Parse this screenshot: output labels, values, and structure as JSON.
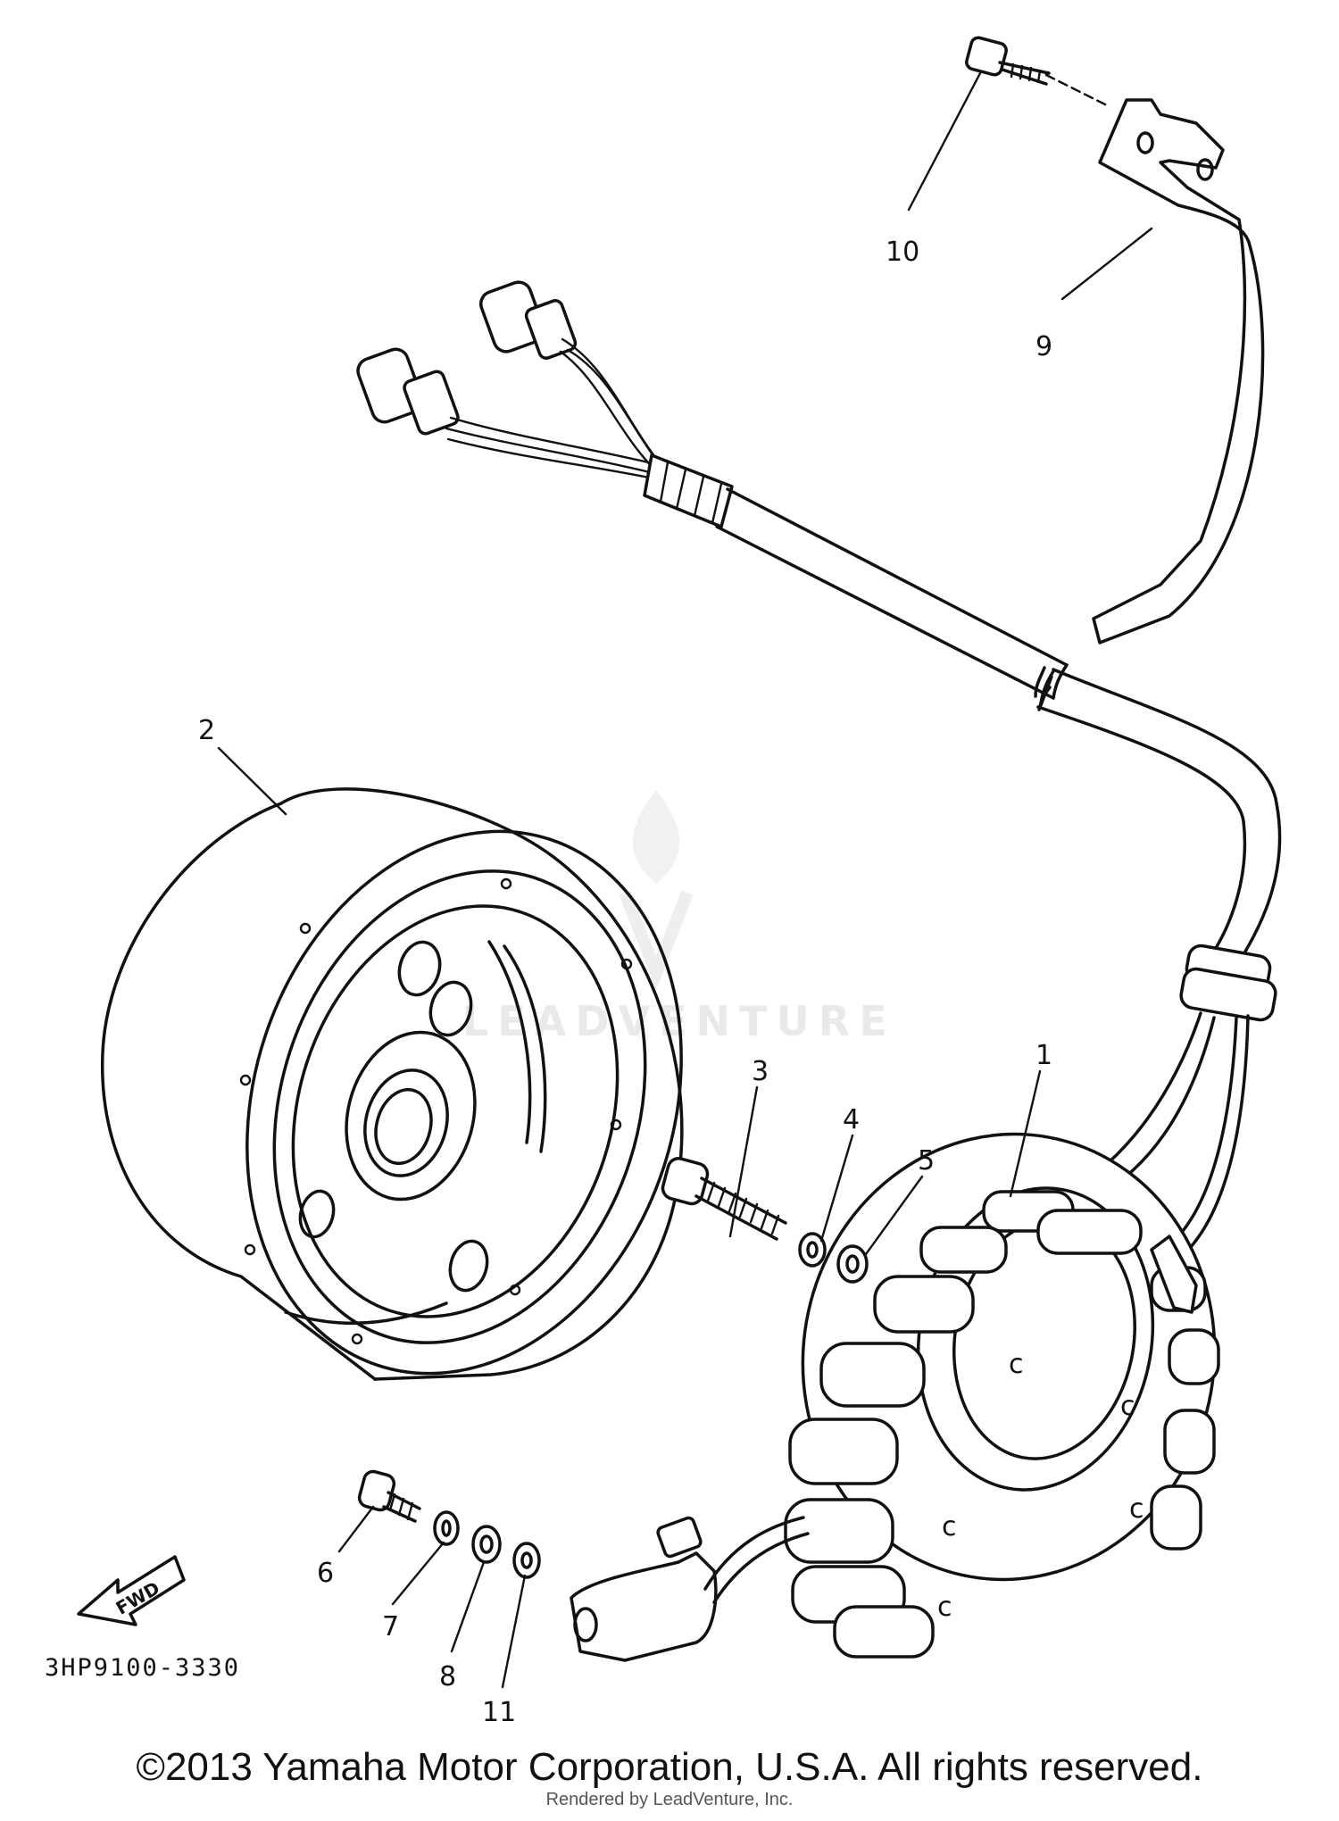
{
  "diagram": {
    "part_code": "3HP9100-3330",
    "fwd_label": "FWD",
    "watermark": "LEADVENTURE",
    "callouts": [
      {
        "id": "1",
        "label": "1"
      },
      {
        "id": "2",
        "label": "2"
      },
      {
        "id": "3",
        "label": "3"
      },
      {
        "id": "4",
        "label": "4"
      },
      {
        "id": "5",
        "label": "5"
      },
      {
        "id": "6",
        "label": "6"
      },
      {
        "id": "7",
        "label": "7"
      },
      {
        "id": "8",
        "label": "8"
      },
      {
        "id": "9",
        "label": "9"
      },
      {
        "id": "10",
        "label": "10"
      },
      {
        "id": "11",
        "label": "11"
      }
    ]
  },
  "footer": {
    "copyright": "©2013 Yamaha Motor Corporation, U.S.A. All rights reserved.",
    "rendered_by": "Rendered by LeadVenture, Inc."
  }
}
